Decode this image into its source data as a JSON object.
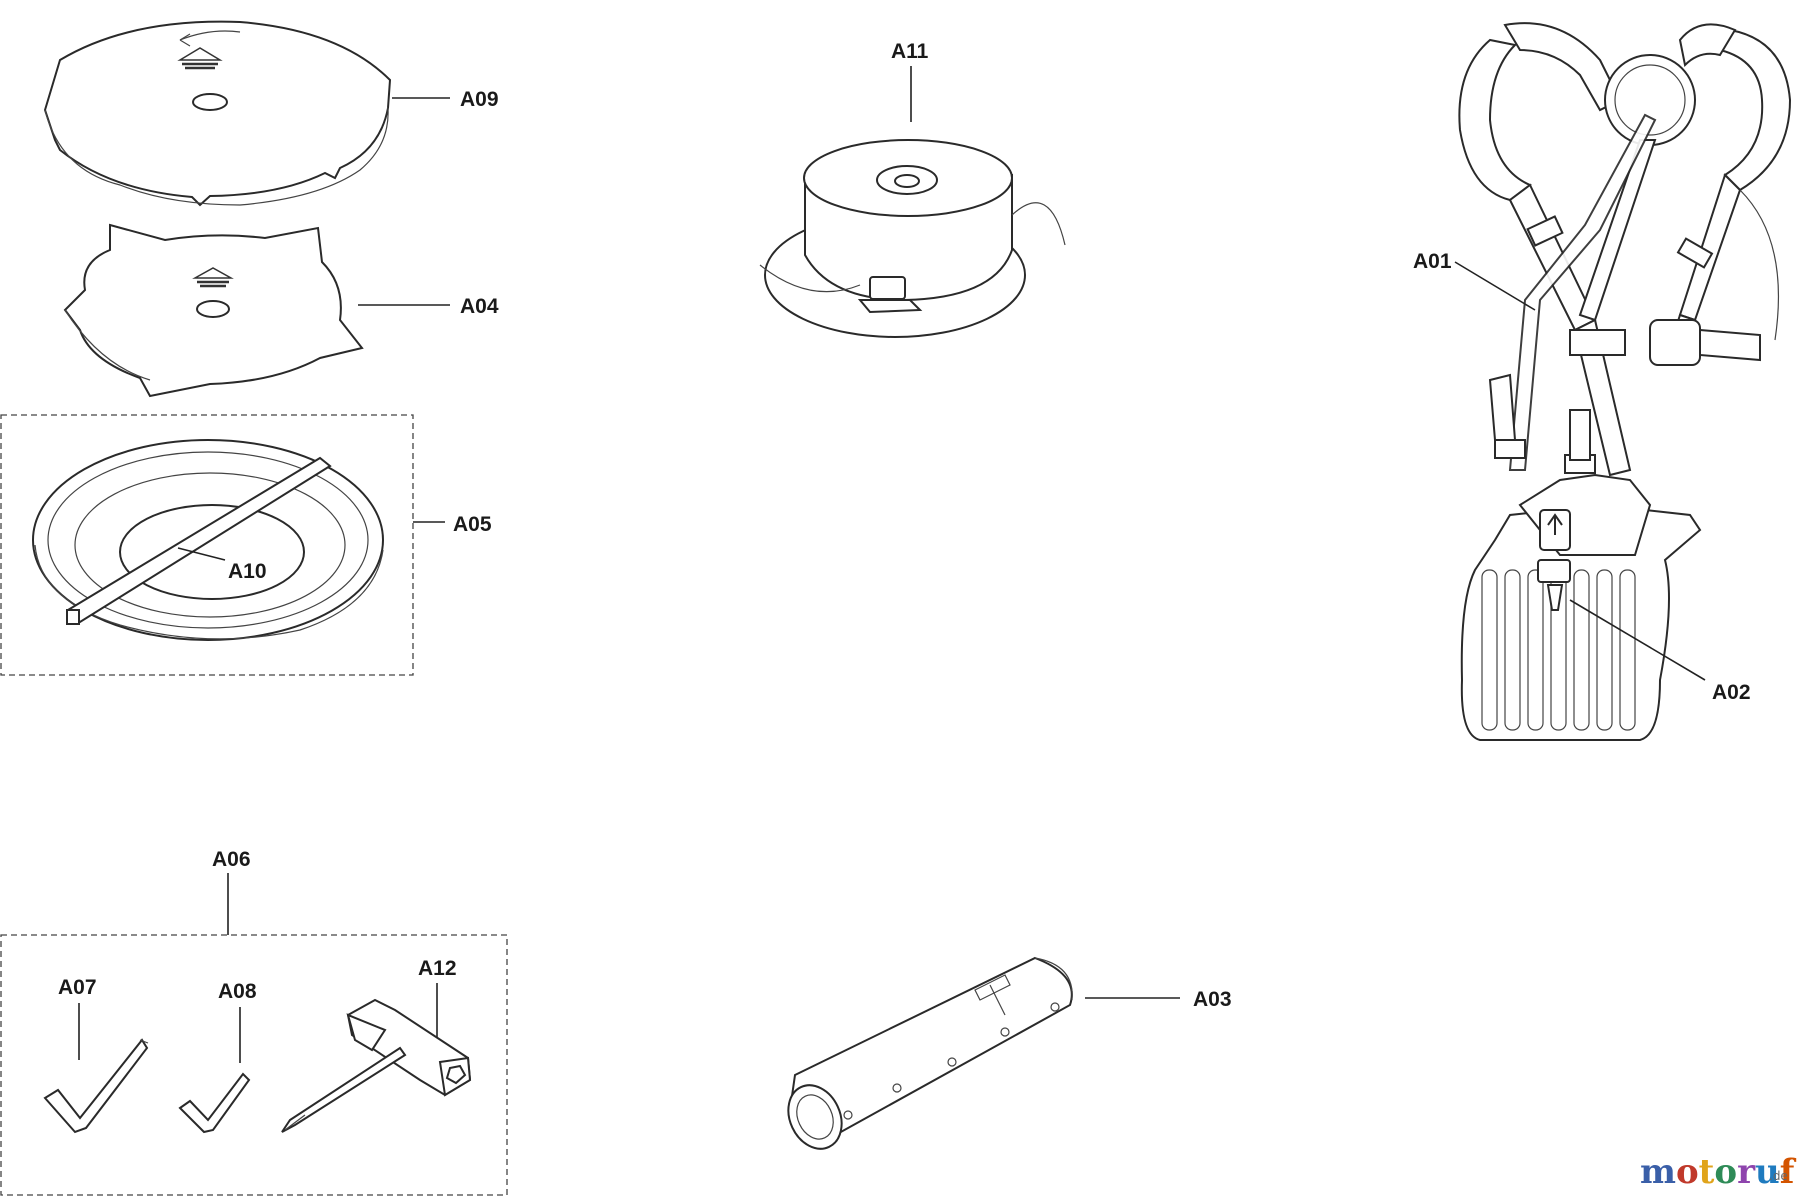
{
  "labels": {
    "a01": "A01",
    "a02": "A02",
    "a03": "A03",
    "a04": "A04",
    "a05": "A05",
    "a06": "A06",
    "a07": "A07",
    "a08": "A08",
    "a09": "A09",
    "a10": "A10",
    "a11": "A11",
    "a12": "A12"
  },
  "watermark": {
    "m": "m",
    "o1": "o",
    "t": "t",
    "o2": "o",
    "r": "r",
    "u": "u",
    "f": "f",
    "suffix": ".de"
  },
  "colors": {
    "watermark": [
      "#3a5fa8",
      "#c0392b",
      "#e0a41b",
      "#2e8b57",
      "#8e44ad",
      "#1f7bbf",
      "#d35400"
    ]
  }
}
